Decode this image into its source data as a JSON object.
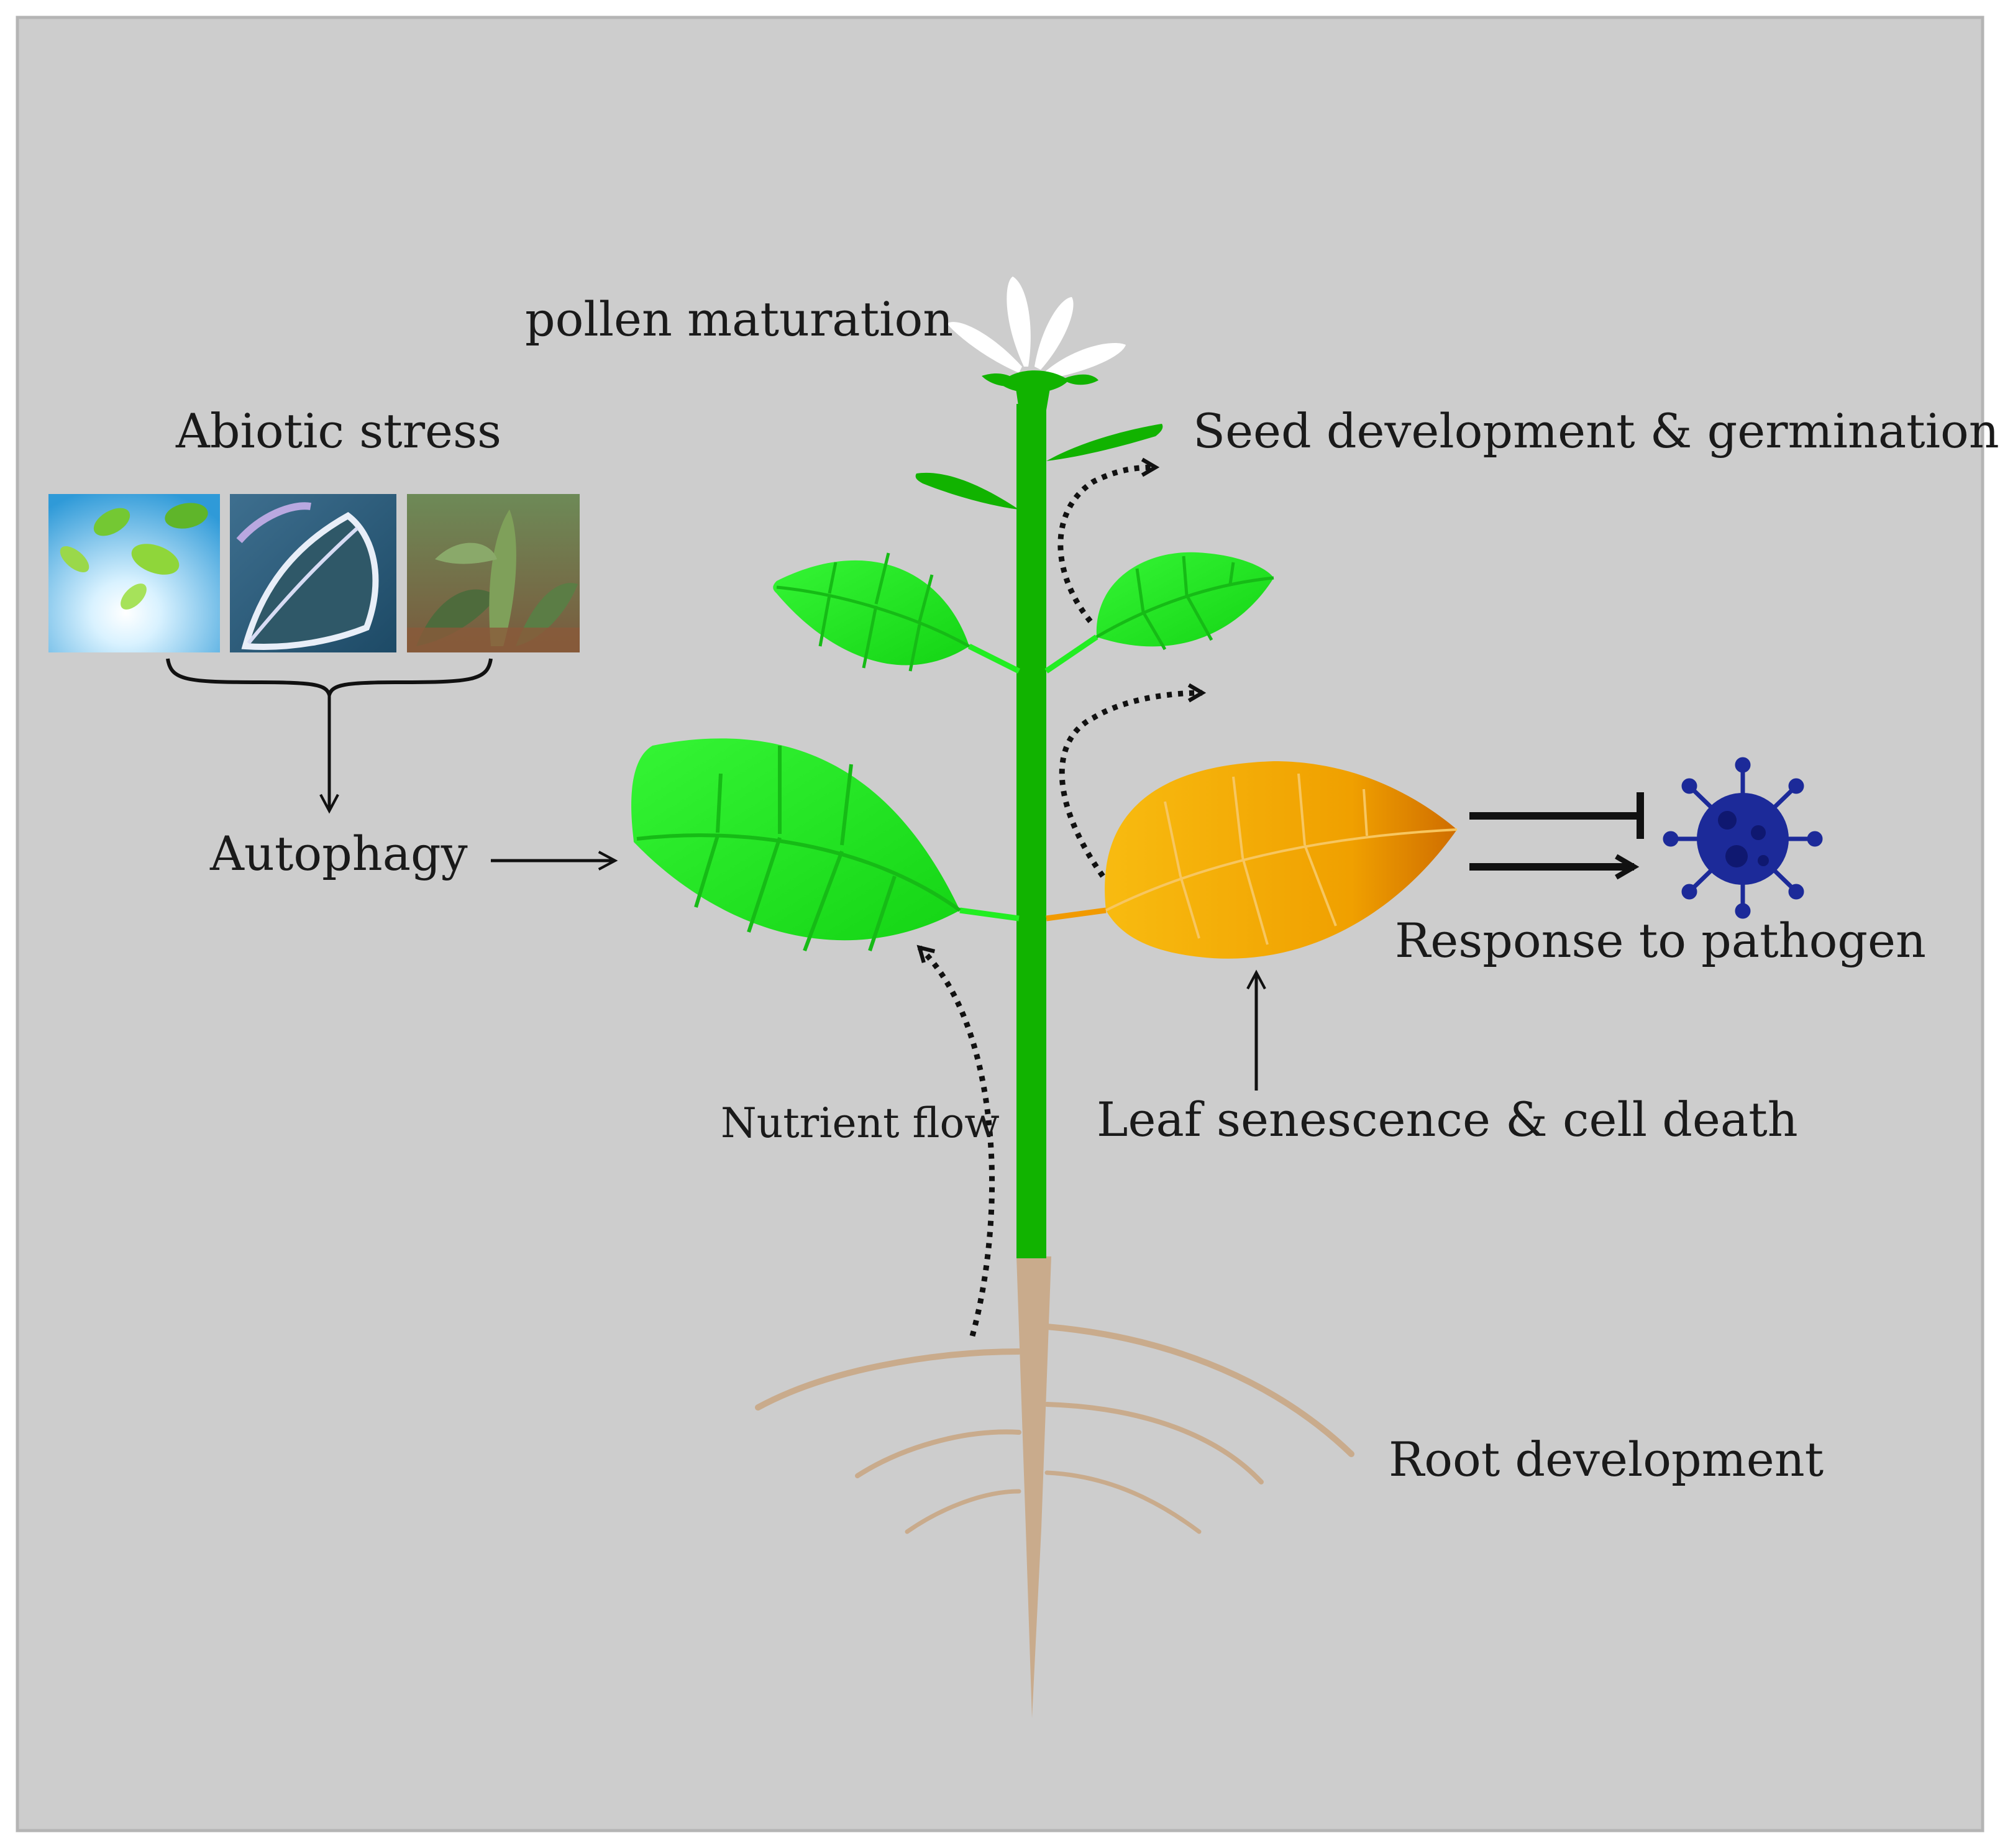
{
  "labels": {
    "pollen": "pollen maturation",
    "abiotic": "Abiotic stress",
    "seed": "Seed development & germination",
    "autophagy": "Autophagy",
    "response": "Response to pathogen",
    "nutrient": "Nutrient flow",
    "senescence": "Leaf senescence & cell death",
    "root": "Root development"
  },
  "photos": [
    {
      "name": "sunlight-leaves-photo"
    },
    {
      "name": "frost-leaf-photo"
    },
    {
      "name": "wilted-crop-photo"
    }
  ],
  "colors": {
    "background": "#cdcdcd",
    "stem": "#11b300",
    "leaf_green": "#22ee22",
    "leaf_senescent": "#f5a800",
    "root": "#c9ab8c",
    "pathogen": "#1c2a99",
    "petal": "#ffffff"
  }
}
